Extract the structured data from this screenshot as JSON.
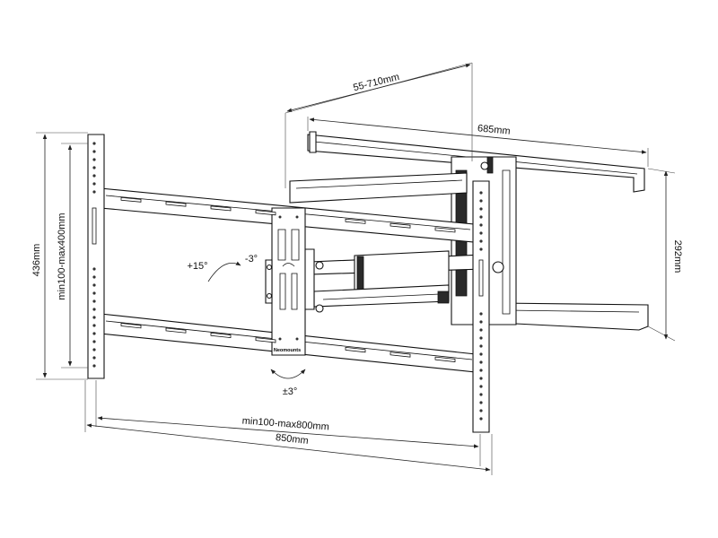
{
  "dimensions": {
    "extension": "55-710mm",
    "arm_width": "685mm",
    "arm_height": "292mm",
    "outer_height": "436mm",
    "vesa_vertical": "min100-max400mm",
    "vesa_horizontal": "min100-max800mm",
    "outer_width": "850mm"
  },
  "tilt": {
    "up": "+15°",
    "down": "-3°",
    "roll": "±3°"
  },
  "brand": "Neomounts"
}
